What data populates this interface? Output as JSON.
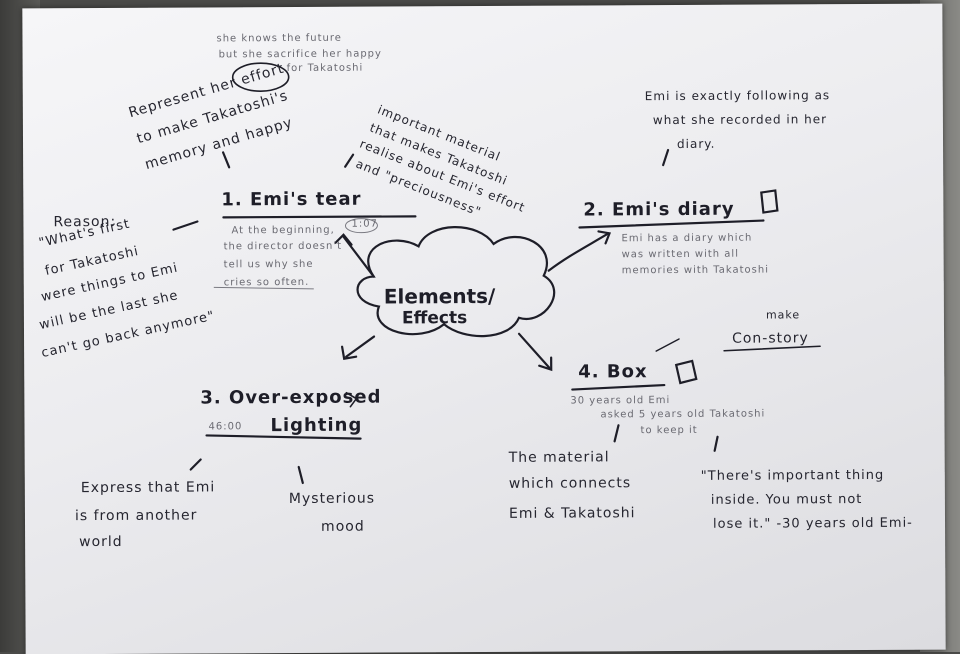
{
  "center": {
    "line1": "Elements/",
    "line2": "Effects"
  },
  "tear": {
    "heading": "1. Emi's tear",
    "note": "1:07",
    "desc": [
      "At the beginning,",
      "the director doesn't",
      "tell us why she",
      "cries so often."
    ],
    "effort": [
      "Represent her effort",
      "to make Takatoshi's",
      "memory and happy"
    ],
    "sacrifice": [
      "she knows the future",
      "but she sacrifice her happy",
      "for Takatoshi"
    ],
    "material": [
      "important material",
      "that makes Takatoshi",
      "realise about Emi's effort",
      "and \"preciousness\""
    ],
    "reason": [
      "Reason:",
      "\"What's first",
      "for Takatoshi",
      "were things to Emi",
      "will be the last she",
      "can't go back anymore\""
    ]
  },
  "diary": {
    "heading": "2. Emi's diary",
    "desc": [
      "Emi has a diary which",
      "was written with all",
      "memories with Takatoshi"
    ],
    "note": [
      "Emi is exactly following as",
      "what she recorded in her",
      "diary."
    ]
  },
  "lighting": {
    "heading_line1": "3. Over-exposed",
    "heading_line2": "Lighting",
    "time": "46:00",
    "express": [
      "Express that Emi",
      "is from another",
      "world"
    ],
    "mood": [
      "Mysterious",
      "mood"
    ]
  },
  "box": {
    "heading": "4. Box",
    "desc": [
      "30 years old Emi",
      "asked 5 years old Takatoshi",
      "to keep it"
    ],
    "con_story": "Con-story",
    "make": "make",
    "material": [
      "The material",
      "which connects",
      "Emi & Takatoshi"
    ],
    "quote": [
      "\"There's important thing",
      "inside. You must not",
      "lose it.\"  -30 years old Emi-"
    ]
  },
  "colors": {
    "paper": "#eeeef1",
    "ink": "#262630",
    "pencil": "#6a6a72"
  }
}
